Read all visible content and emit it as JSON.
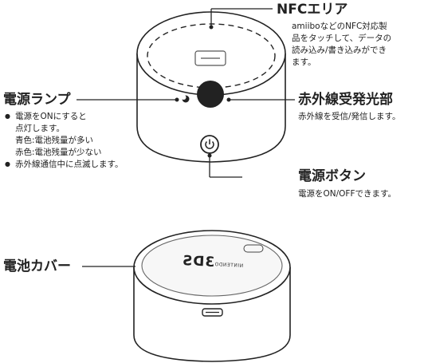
{
  "nfc": {
    "title": "NFCエリア",
    "desc": [
      "amiiboなどのNFC対応製",
      "品をタッチして、データの",
      "読み込み/書き込みができ",
      "ます。"
    ]
  },
  "power_lamp": {
    "title": "電源ランプ",
    "bullet1": [
      "電源をONにすると",
      "点灯します。",
      "青色:電池残量が多い",
      "赤色:電池残量が少ない"
    ],
    "bullet2": "赤外線通信中に点滅します。"
  },
  "ir": {
    "title": "赤外線受発光部",
    "desc": "赤外線を受信/発信します。"
  },
  "power_button": {
    "title": "電源ボタン",
    "desc": "電源をON/OFFできます。"
  },
  "battery_cover": {
    "title": "電池カバー"
  },
  "device_marking": {
    "logo": "3DS",
    "brand": "NINTENDO"
  }
}
